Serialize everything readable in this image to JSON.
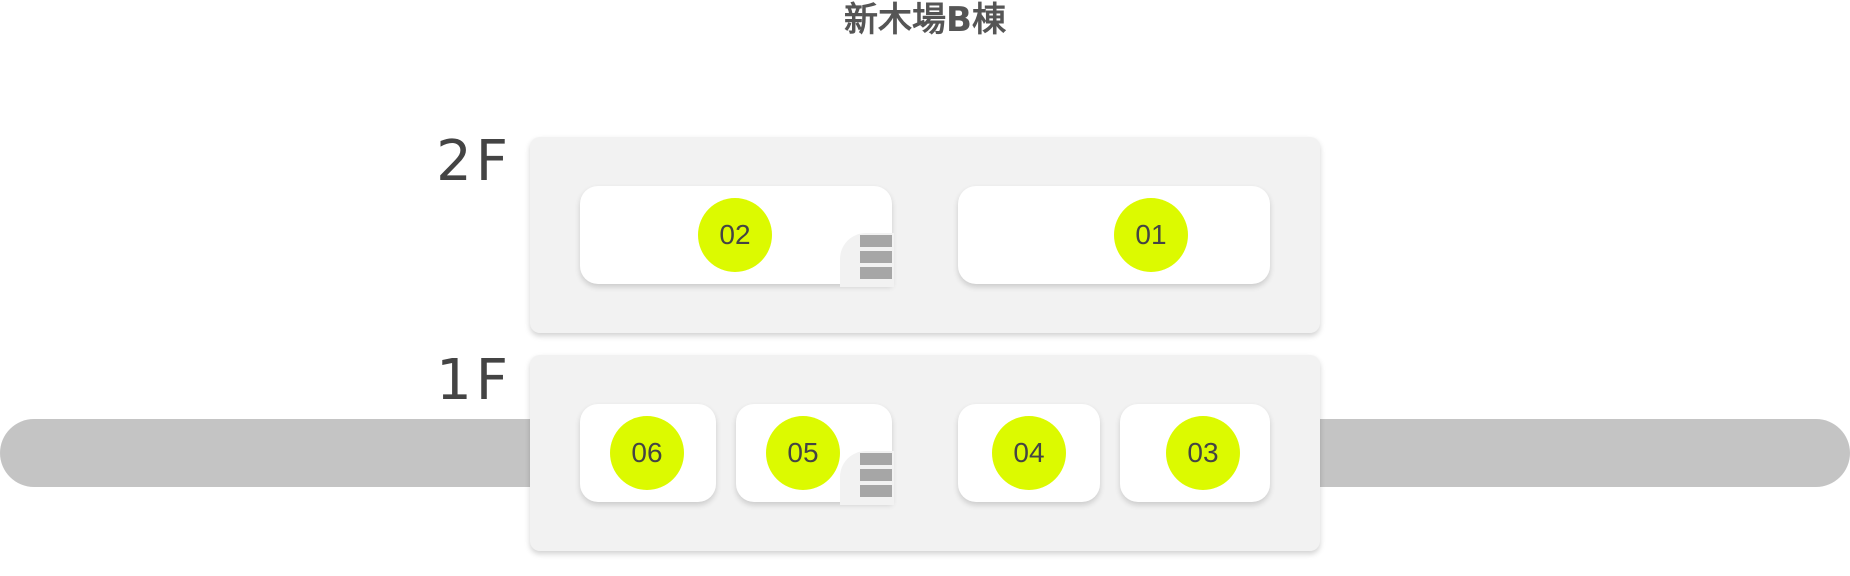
{
  "building": {
    "title": "新木場B棟"
  },
  "colors": {
    "badge": "#dcfa00",
    "road": "#c4c4c4",
    "floor": "#f2f2f2",
    "room": "#ffffff",
    "stairs": "#a6a6a6",
    "text": "#444444"
  },
  "floors": [
    {
      "label": "2F",
      "rooms": [
        {
          "number": "02",
          "has_stairs": true
        },
        {
          "number": "01",
          "has_stairs": false
        }
      ]
    },
    {
      "label": "1F",
      "rooms": [
        {
          "number": "06",
          "has_stairs": false
        },
        {
          "number": "05",
          "has_stairs": true
        },
        {
          "number": "04",
          "has_stairs": false
        },
        {
          "number": "03",
          "has_stairs": false
        }
      ]
    }
  ]
}
